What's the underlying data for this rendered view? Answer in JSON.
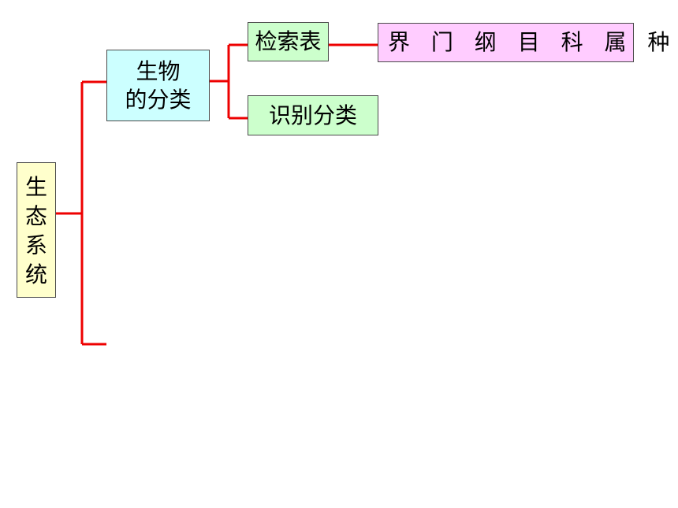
{
  "root": {
    "chars": [
      "生",
      "态",
      "系",
      "统"
    ]
  },
  "classification": {
    "line1": "生物",
    "line2": "的分类"
  },
  "key": {
    "label": "检索表"
  },
  "identify": {
    "label": "识别分类"
  },
  "ranks": {
    "label": "界 门 纲 目 科 属 种"
  },
  "colors": {
    "connector": "#ee0000",
    "root_fill": "#ffffcc",
    "classification_fill": "#ccffff",
    "leaf_fill": "#ccffcc",
    "ranks_fill": "#ffccff"
  }
}
